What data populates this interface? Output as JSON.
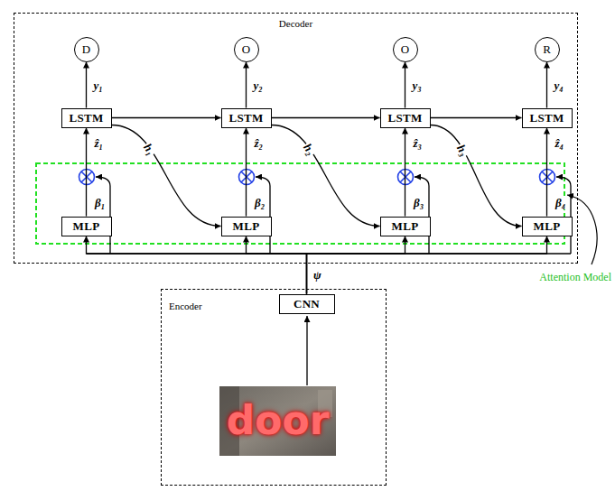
{
  "diagram": {
    "nodes": [
      {
        "text": [
          "Decoder"
        ]
      },
      {
        "text": [
          "D"
        ],
        "in": 0
      },
      {
        "text": [
          "O"
        ],
        "in": 0
      },
      {
        "text": [
          "O"
        ],
        "in": 0
      },
      {
        "text": [
          "R"
        ],
        "in": 0
      },
      {
        "text": [
          "LSTM"
        ],
        "in": 0
      },
      {
        "text": [
          "LSTM"
        ],
        "in": 0
      },
      {
        "text": [
          "LSTM"
        ],
        "in": 0
      },
      {
        "text": [
          "LSTM"
        ],
        "in": 0
      },
      {
        "text": [
          "MLP"
        ],
        "in": 0
      },
      {
        "text": [
          "MLP"
        ],
        "in": 0
      },
      {
        "text": [
          "MLP"
        ],
        "in": 0
      },
      {
        "text": [
          "MLP"
        ],
        "in": 0
      },
      {
        "text": [
          "Encoder"
        ]
      },
      {
        "text": [
          "CNN"
        ],
        "in": 13
      }
    ],
    "edges": [
      {
        "from": 5,
        "to": 1,
        "arrow": "to",
        "label": "y₁"
      },
      {
        "from": 6,
        "to": 2,
        "arrow": "to",
        "label": "y₂"
      },
      {
        "from": 7,
        "to": 3,
        "arrow": "to",
        "label": "y₃"
      },
      {
        "from": 8,
        "to": 4,
        "arrow": "to",
        "label": "y₄"
      },
      {
        "from": 5,
        "to": 6,
        "arrow": "to"
      },
      {
        "from": 6,
        "to": 7,
        "arrow": "to"
      },
      {
        "from": 7,
        "to": 8,
        "arrow": "to"
      },
      {
        "from": 5,
        "to": 10,
        "arrow": "to",
        "label": "h₁"
      },
      {
        "from": 6,
        "to": 11,
        "arrow": "to",
        "label": "h₂"
      },
      {
        "from": 7,
        "to": 12,
        "arrow": "to",
        "label": "h₃"
      },
      {
        "from": 9,
        "to": 5,
        "arrow": "to",
        "label": "ẑ₁"
      },
      {
        "from": 10,
        "to": 6,
        "arrow": "to",
        "label": "ẑ₂"
      },
      {
        "from": 11,
        "to": 7,
        "arrow": "to",
        "label": "ẑ₃"
      },
      {
        "from": 12,
        "to": 8,
        "arrow": "to",
        "label": "ẑ₄"
      },
      {
        "from": 14,
        "to": 9,
        "arrow": "to"
      },
      {
        "from": 14,
        "to": 10,
        "arrow": "to"
      },
      {
        "from": 14,
        "to": 11,
        "arrow": "to"
      },
      {
        "from": 14,
        "to": 12,
        "arrow": "to"
      }
    ],
    "labels": [
      "β₁",
      "β₂",
      "β₃",
      "β₄",
      "ψ",
      "Attention Model",
      "door"
    ]
  }
}
